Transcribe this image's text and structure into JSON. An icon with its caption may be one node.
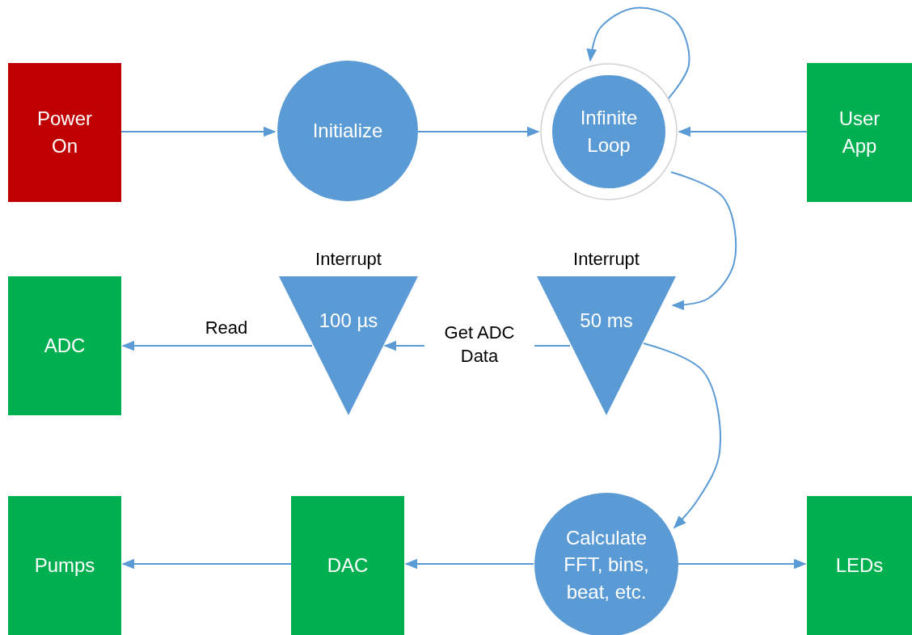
{
  "diagram": {
    "nodes": [
      {
        "text": [
          "Power On"
        ]
      },
      {
        "text": [
          "Initialize"
        ]
      },
      {
        "text": [
          "Infinite Loop"
        ]
      },
      {
        "text": [
          "User App"
        ]
      },
      {
        "text": [
          "ADC"
        ]
      },
      {
        "text": [
          "Interrupt",
          "100 µs"
        ]
      },
      {
        "text": [
          "Interrupt",
          "50 ms"
        ]
      },
      {
        "text": [
          "Pumps"
        ]
      },
      {
        "text": [
          "DAC"
        ]
      },
      {
        "text": [
          "Calculate FFT, bins, beat, etc."
        ]
      },
      {
        "text": [
          "LEDs"
        ]
      }
    ],
    "edges": [
      {
        "from": 0,
        "to": 1,
        "arrow": "to"
      },
      {
        "from": 1,
        "to": 2,
        "arrow": "to"
      },
      {
        "from": 3,
        "to": 2,
        "arrow": "to"
      },
      {
        "from": 2,
        "to": 2,
        "arrow": "to"
      },
      {
        "from": 2,
        "to": 6,
        "arrow": "to"
      },
      {
        "from": 5,
        "to": 4,
        "arrow": "to",
        "label": "Read"
      },
      {
        "from": 6,
        "to": 5,
        "arrow": "to",
        "label": "Get ADC Data"
      },
      {
        "from": 6,
        "to": 9,
        "arrow": "to"
      },
      {
        "from": 9,
        "to": 8,
        "arrow": "to"
      },
      {
        "from": 8,
        "to": 7,
        "arrow": "to"
      },
      {
        "from": 9,
        "to": 10,
        "arrow": "to"
      }
    ]
  }
}
